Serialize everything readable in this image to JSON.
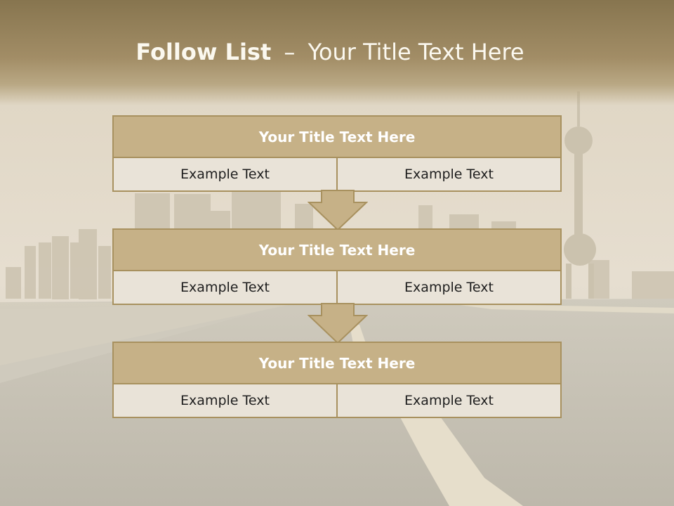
{
  "slide": {
    "title_bold": "Follow List",
    "title_dash": "–",
    "title_rest": "Your Title Text Here"
  },
  "blocks": [
    {
      "title": "Your Title Text Here",
      "left": "Example Text",
      "right": "Example Text"
    },
    {
      "title": "Your Title Text Here",
      "left": "Example Text",
      "right": "Example Text"
    },
    {
      "title": "Your Title Text Here",
      "left": "Example Text",
      "right": "Example Text"
    }
  ],
  "colors": {
    "header_band": "#9c8862",
    "block_header": "#c6b187",
    "block_border": "#a8915f",
    "cell_fill": "#e9e3d8",
    "arrow_fill": "#c6b187"
  }
}
